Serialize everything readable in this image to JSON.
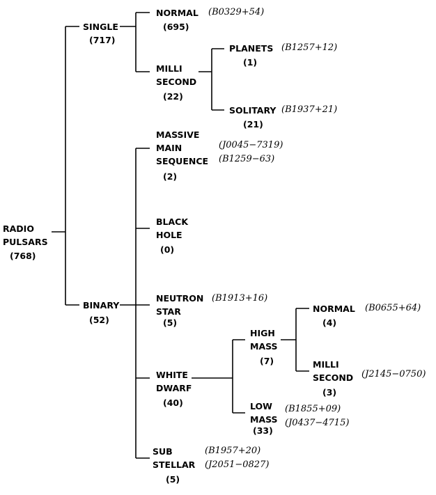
{
  "nodes": {
    "radio_pulsars": {
      "lines": [
        "RADIO",
        "PULSARS"
      ],
      "count": "(768)"
    },
    "single": {
      "lines": [
        "SINGLE"
      ],
      "count": "(717)"
    },
    "binary": {
      "lines": [
        "BINARY"
      ],
      "count": "(52)"
    },
    "single_normal": {
      "lines": [
        "NORMAL"
      ],
      "count": "(695)",
      "examples": [
        "(B0329+54)"
      ]
    },
    "millisecond": {
      "lines": [
        "MILLI",
        "SECOND"
      ],
      "count": "(22)"
    },
    "planets": {
      "lines": [
        "PLANETS"
      ],
      "count": "(1)",
      "examples": [
        "(B1257+12)"
      ]
    },
    "solitary": {
      "lines": [
        "SOLITARY"
      ],
      "count": "(21)",
      "examples": [
        "(B1937+21)"
      ]
    },
    "massive_ms": {
      "lines": [
        "MASSIVE",
        "MAIN",
        "SEQUENCE"
      ],
      "count": "(2)",
      "examples": [
        "(J0045−7319)",
        "(B1259−63)"
      ]
    },
    "black_hole": {
      "lines": [
        "BLACK",
        "HOLE"
      ],
      "count": "(0)"
    },
    "neutron_star": {
      "lines": [
        "NEUTRON",
        "STAR"
      ],
      "count": "(5)",
      "examples": [
        "(B1913+16)"
      ]
    },
    "white_dwarf": {
      "lines": [
        "WHITE",
        "DWARF"
      ],
      "count": "(40)"
    },
    "high_mass": {
      "lines": [
        "HIGH",
        "MASS"
      ],
      "count": "(7)"
    },
    "hm_normal": {
      "lines": [
        "NORMAL"
      ],
      "count": "(4)",
      "examples": [
        "(B0655+64)"
      ]
    },
    "hm_millisecond": {
      "lines": [
        "MILLI",
        "SECOND"
      ],
      "count": "(3)",
      "examples": [
        "(J2145−0750)"
      ]
    },
    "low_mass": {
      "lines": [
        "LOW",
        "MASS"
      ],
      "count": "(33)",
      "examples": [
        "(B1855+09)",
        "(J0437−4715)"
      ]
    },
    "sub_stellar": {
      "lines": [
        "SUB",
        "STELLAR"
      ],
      "count": "(5)",
      "examples": [
        "(B1957+20)",
        "(J2051−0827)"
      ]
    }
  }
}
